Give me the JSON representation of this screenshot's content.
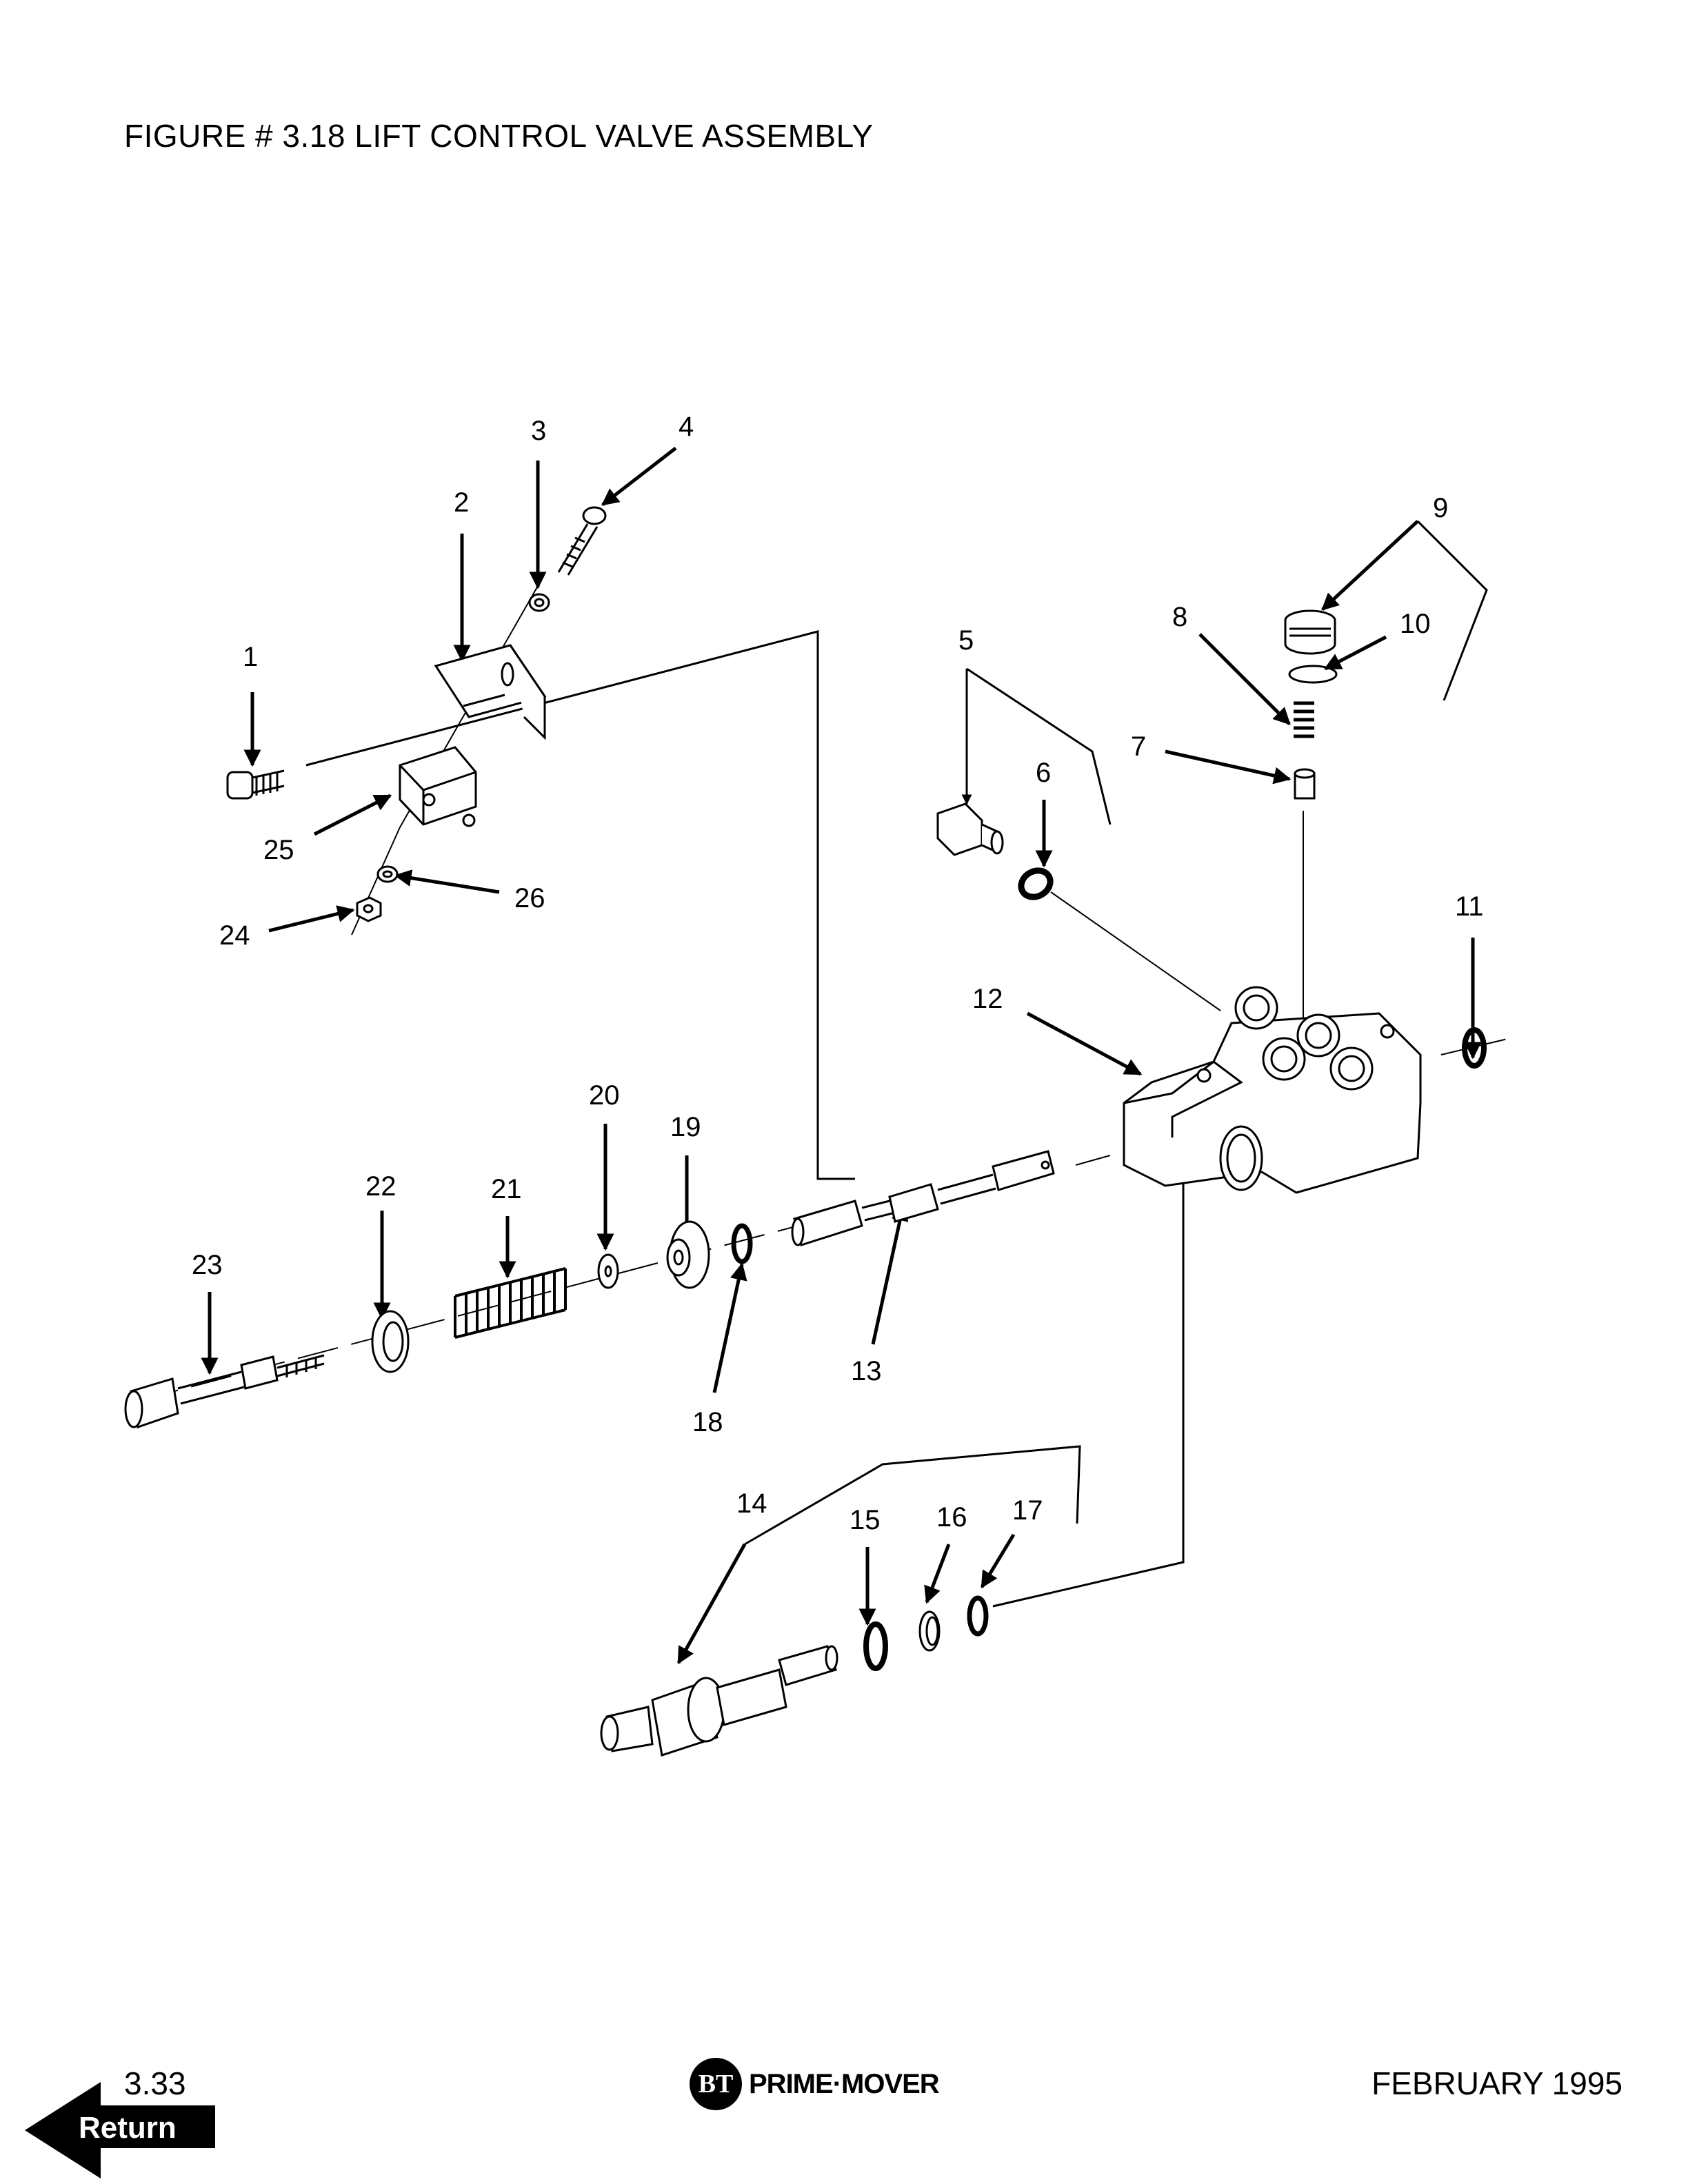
{
  "title": "FIGURE # 3.18  LIFT CONTROL VALVE ASSEMBLY",
  "callouts": [
    "1",
    "2",
    "3",
    "4",
    "5",
    "6",
    "7",
    "8",
    "9",
    "10",
    "11",
    "12",
    "13",
    "14",
    "15",
    "16",
    "17",
    "18",
    "19",
    "20",
    "21",
    "22",
    "23",
    "24",
    "25",
    "26"
  ],
  "footer": {
    "page_number": "3.33",
    "brand_logo": "BT",
    "brand_name": "PRIME·MOVER",
    "date": "FEBRUARY 1995",
    "return_label": "Return"
  }
}
